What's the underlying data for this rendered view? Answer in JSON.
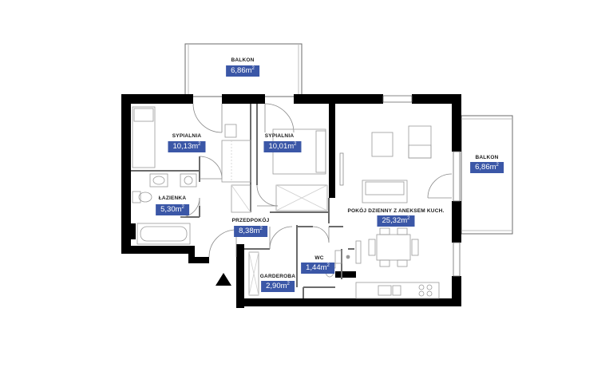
{
  "plan": {
    "colors": {
      "wall": "#000000",
      "line": "#6b6b6b",
      "light": "#bdbdbd",
      "badge": "#3b57a7",
      "badge_text": "#ffffff"
    },
    "area_unit": "m",
    "area_unit_exponent": "2",
    "rooms": [
      {
        "id": "balkon-top",
        "label": "BALKON",
        "area": "6,86"
      },
      {
        "id": "sypialnia-1",
        "label": "SYPIALNIA",
        "area": "10,13"
      },
      {
        "id": "sypialnia-2",
        "label": "SYPIALNIA",
        "area": "10,01"
      },
      {
        "id": "balkon-right",
        "label": "BALKON",
        "area": "6,86"
      },
      {
        "id": "lazienka",
        "label": "ŁAZIENKA",
        "area": "5,30"
      },
      {
        "id": "pokoj-dzienny",
        "label": "POKÓJ DZIENNY Z ANEKSEM KUCH.",
        "area": "25,32"
      },
      {
        "id": "przedpokoj",
        "label": "PRZEDPOKÓJ",
        "area": "8,38"
      },
      {
        "id": "wc",
        "label": "WC",
        "area": "1,44"
      },
      {
        "id": "garderoba",
        "label": "GARDEROBA",
        "area": "2,90"
      }
    ],
    "entrance_icon": "entrance-arrow-icon"
  }
}
